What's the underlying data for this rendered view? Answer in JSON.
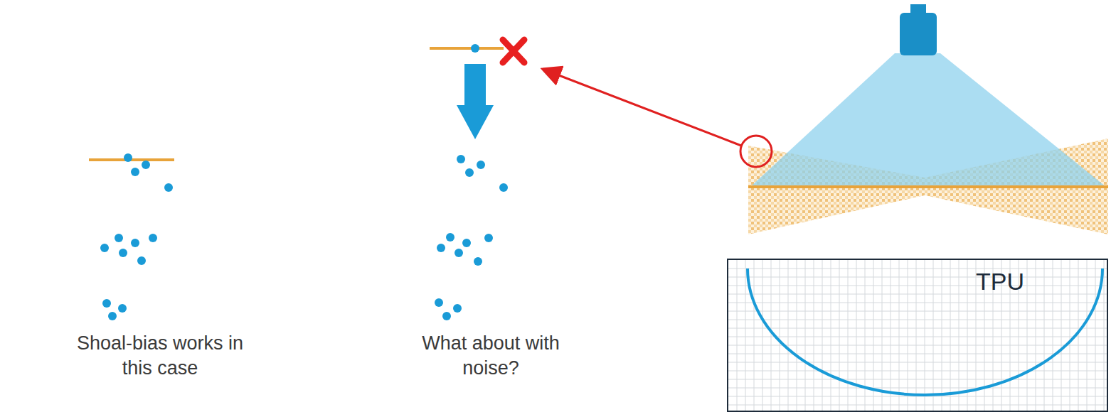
{
  "diagram": {
    "nodes": [
      {
        "text": [
          "TPU"
        ]
      }
    ],
    "labels": [
      "Shoal-bias works in this case",
      "What about with noise?"
    ]
  }
}
